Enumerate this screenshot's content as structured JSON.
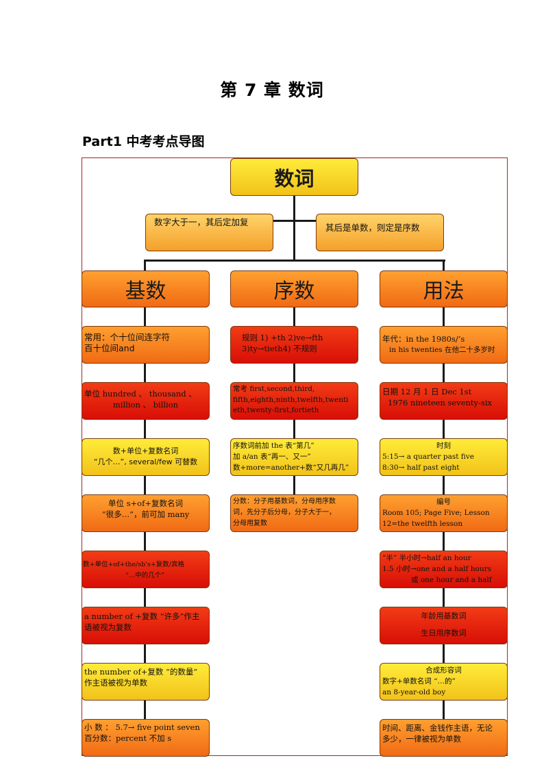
{
  "title": "第 7 章  数词",
  "part_heading": "Part1  中考考点导图",
  "colors": {
    "yellow": "#ffe22a",
    "orange": "#f7801f",
    "red": "#e3200c",
    "line": "#1a1a1a",
    "frame": "#9a2a1a"
  },
  "root": "数词",
  "rule_left": "数字大于一，其后定加复",
  "rule_right": "其后是单数，则定是序数",
  "columns": [
    {
      "header": "基数",
      "items": [
        [
          "常用：个十位间连字符",
          "百十位间and"
        ],
        [
          "单位 hundred 、  thousand 、",
          "million 、 billion"
        ],
        [
          "数+单位+复数名词",
          "“几个…”, several/few 可替数"
        ],
        [
          "单位 s+of+复数名词",
          "“很多…”，前可加 many"
        ],
        [
          "数+单位+of+the/sb's+复数/宾格",
          "“…中的几个”"
        ],
        [
          "a number of +复数 “许多”作主",
          "语被视为复数"
        ],
        [
          "the number of+复数 “的数量”",
          "作主语被视为单数"
        ],
        [
          "小 数 ：  5.7→  five  point  seven",
          "百分数：percent 不加 s"
        ]
      ]
    },
    {
      "header": "序数",
      "items": [
        [
          "规则 1) +th 2)ve→fth",
          "3)ty→tieth4) 不规则"
        ],
        [
          "常考 first,second,third,",
          "fifth,eighth,ninth,twelfth,twenti",
          "eth,twenty-first,fortieth"
        ],
        [
          "序数词前加 the 表“第几”",
          "加 a/an 表“再一、又一”",
          "数+more=another+数“又几再几”"
        ],
        [
          "分数：分子用基数词，分母用序数",
          "词，先分子后分母，分子大于一，",
          "分母用复数"
        ]
      ]
    },
    {
      "header": "用法",
      "items": [
        [
          "年代：in the 1980s/’s",
          "in his twenties 在他二十多岁时"
        ],
        [
          "日期 12  月 1  日  Dec 1st",
          "1976 nineteen seventy-six"
        ],
        [
          "时刻",
          "5:15→  a quarter past five",
          "8:30→  half past eight"
        ],
        [
          "编号",
          "Room 105; Page Five; Lesson",
          "12=the twelfth lesson"
        ],
        [
          "“半”  半小时→half an hour",
          "1.5 小时→one and a half hours",
          "或 one hour and a half"
        ],
        [
          "年龄用基数词",
          "生日用序数词"
        ],
        [
          "合成形容词",
          "数字+单数名词   “…的”",
          "an 8-year-old boy"
        ],
        [
          "时间、距离、金钱作主语，无论",
          "多少，一律被视为单数"
        ]
      ]
    }
  ]
}
